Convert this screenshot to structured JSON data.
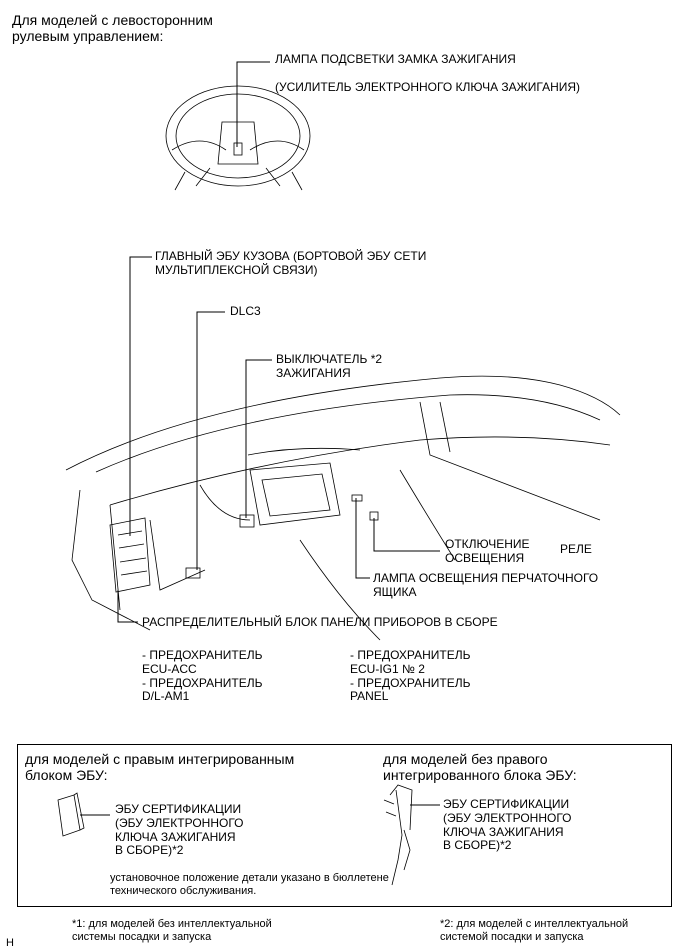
{
  "header": "Для моделей с левосторонним\nрулевым управлением:",
  "labels": {
    "ignition_lamp": "ЛАМПА ПОДСВЕТКИ ЗАМКА ЗАЖИГАНИЯ",
    "ignition_amp": "(УСИЛИТЕЛЬ ЭЛЕКТРОННОГО КЛЮЧА ЗАЖИГАНИЯ)",
    "body_ecu": "ГЛАВНЫЙ ЭБУ КУЗОВА (БОРТОВОЙ ЭБУ СЕТИ\nМУЛЬТИПЛЕКСНОЙ СВЯЗИ)",
    "dlc3": "DLC3",
    "ign_switch": "ВЫКЛЮЧАТЕЛЬ  *2\nЗАЖИГАНИЯ",
    "light_cut": "ОТКЛЮЧЕНИЕ\nОСВЕЩЕНИЯ",
    "relay": "РЕЛЕ",
    "glovebox_lamp": "ЛАМПА ОСВЕЩЕНИЯ ПЕРЧАТОЧНОГО\nЯЩИКА",
    "junction_block": "РАСПРЕДЕЛИТЕЛЬНЫЙ БЛОК ПАНЕЛИ ПРИБОРОВ В СБОРЕ",
    "fuses_left": "- ПРЕДОХРАНИТЕЛЬ\nECU-ACC\n- ПРЕДОХРАНИТЕЛЬ\nD/L-AM1",
    "fuses_right": "- ПРЕДОХРАНИТЕЛЬ\nECU-IG1 № 2\n- ПРЕДОХРАНИТЕЛЬ\nPANEL"
  },
  "box": {
    "left_title": "для моделей с правым интегрированным\nблоком ЭБУ:",
    "left_label": "ЭБУ СЕРТИФИКАЦИИ\n(ЭБУ ЭЛЕКТРОННОГО\nКЛЮЧА ЗАЖИГАНИЯ\nВ СБОРЕ)*2",
    "right_title": "для моделей без правого\nинтегрированного блока ЭБУ:",
    "right_label": "ЭБУ СЕРТИФИКАЦИИ\n(ЭБУ ЭЛЕКТРОННОГО\nКЛЮЧА ЗАЖИГАНИЯ\nВ СБОРЕ)*2",
    "note": "установочное положение детали указано в бюллетене\nтехнического обслуживания."
  },
  "footnotes": {
    "fn1": "*1: для моделей без интеллектуальной\nсистемы посадки и запуска",
    "fn2": "*2: для моделей с интеллектуальной\nсистемой посадки и запуска"
  },
  "corner_mark": "H"
}
